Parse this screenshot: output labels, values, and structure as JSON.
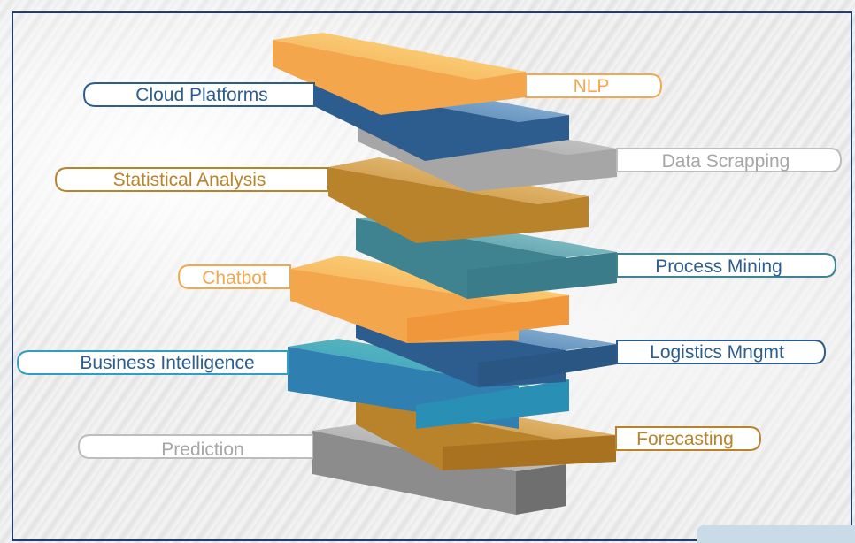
{
  "labels": {
    "nlp": "NLP",
    "cloud_platforms": "Cloud Platforms",
    "data_scrapping": "Data Scrapping",
    "statistical_analysis": "Statistical Analysis",
    "process_mining": "Process Mining",
    "chatbot": "Chatbot",
    "logistics_mngmt": "Logistics Mngmt",
    "business_intelligence": "Business Intelligence",
    "forecasting": "Forecasting",
    "prediction": "Prediction"
  },
  "colors": {
    "orange": "#f4a84e",
    "orange_light": "#fde08a",
    "blue_dark": "#2d5d8f",
    "blue_light": "#a9cbe6",
    "gray": "#a6a6a6",
    "gray_light": "#d9d9d9",
    "gold": "#b9832b",
    "gold_light": "#f1ce8e",
    "teal": "#4b8d9a",
    "teal_light": "#9cd8dc",
    "cyan": "#2f9ec4",
    "cyan_light": "#6fc1b8",
    "frame": "#1f3d73"
  }
}
